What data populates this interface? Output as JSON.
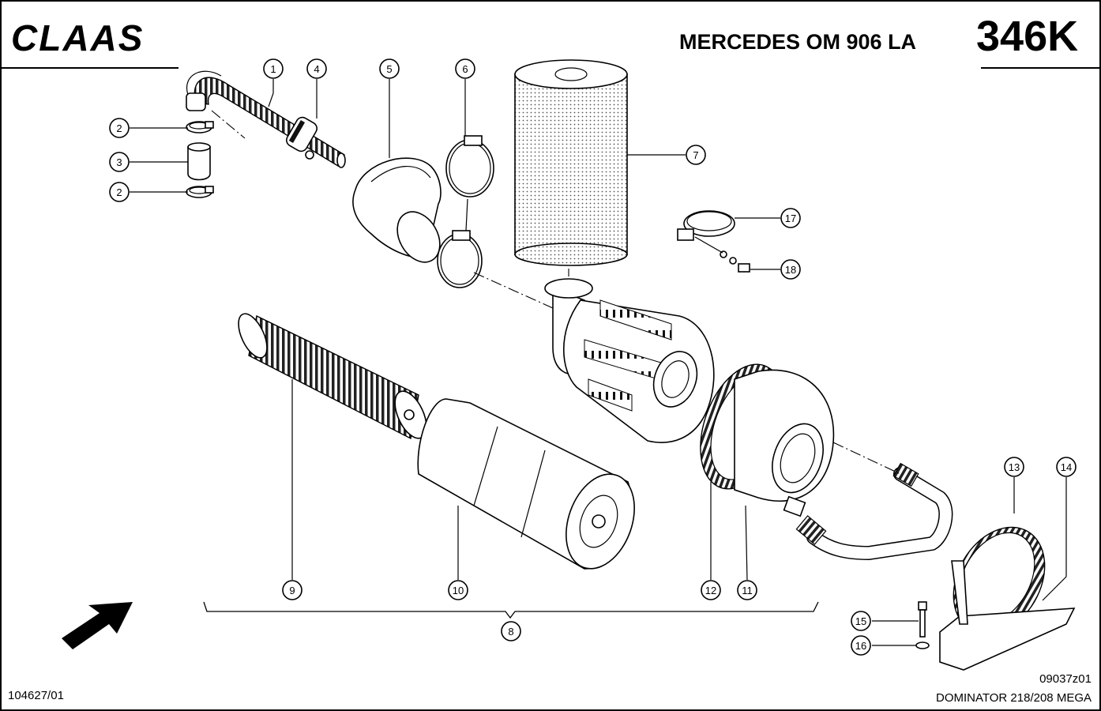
{
  "header": {
    "brand": "CLAAS",
    "engine": "MERCEDES OM 906 LA",
    "page_code": "346K"
  },
  "footer": {
    "doc_number": "104627/01",
    "drawing_number": "09037z01",
    "model": "DOMINATOR 218/208 MEGA"
  },
  "callouts": [
    {
      "id": "c1",
      "label": "1"
    },
    {
      "id": "c2a",
      "label": "2"
    },
    {
      "id": "c2b",
      "label": "2"
    },
    {
      "id": "c3",
      "label": "3"
    },
    {
      "id": "c4",
      "label": "4"
    },
    {
      "id": "c5",
      "label": "5"
    },
    {
      "id": "c6",
      "label": "6"
    },
    {
      "id": "c7",
      "label": "7"
    },
    {
      "id": "c8",
      "label": "8"
    },
    {
      "id": "c9",
      "label": "9"
    },
    {
      "id": "c10",
      "label": "10"
    },
    {
      "id": "c11",
      "label": "11"
    },
    {
      "id": "c12",
      "label": "12"
    },
    {
      "id": "c13",
      "label": "13"
    },
    {
      "id": "c14",
      "label": "14"
    },
    {
      "id": "c15",
      "label": "15"
    },
    {
      "id": "c16",
      "label": "16"
    },
    {
      "id": "c17",
      "label": "17"
    },
    {
      "id": "c18",
      "label": "18"
    }
  ],
  "colors": {
    "ink": "#000000",
    "paper": "#ffffff"
  },
  "icons": {
    "direction_arrow": "arrow-up-right-icon"
  }
}
